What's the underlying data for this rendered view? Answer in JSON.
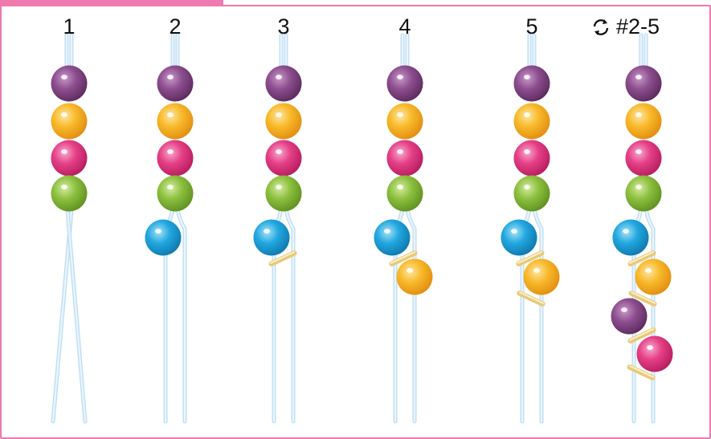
{
  "steps": [
    {
      "label": "1"
    },
    {
      "label": "2"
    },
    {
      "label": "3"
    },
    {
      "label": "4"
    },
    {
      "label": "5"
    }
  ],
  "repeat": {
    "icon": "repeat-cycle-icon",
    "label": "#2-5"
  },
  "colors": {
    "frame": "#ee7aae",
    "cord": "#cfe6f7",
    "purple": "#8d4e8f",
    "yellow": "#f8b92a",
    "pink": "#e53f86",
    "green": "#8cc03f",
    "blue": "#21a7df",
    "spacer": "#f0d48a"
  }
}
